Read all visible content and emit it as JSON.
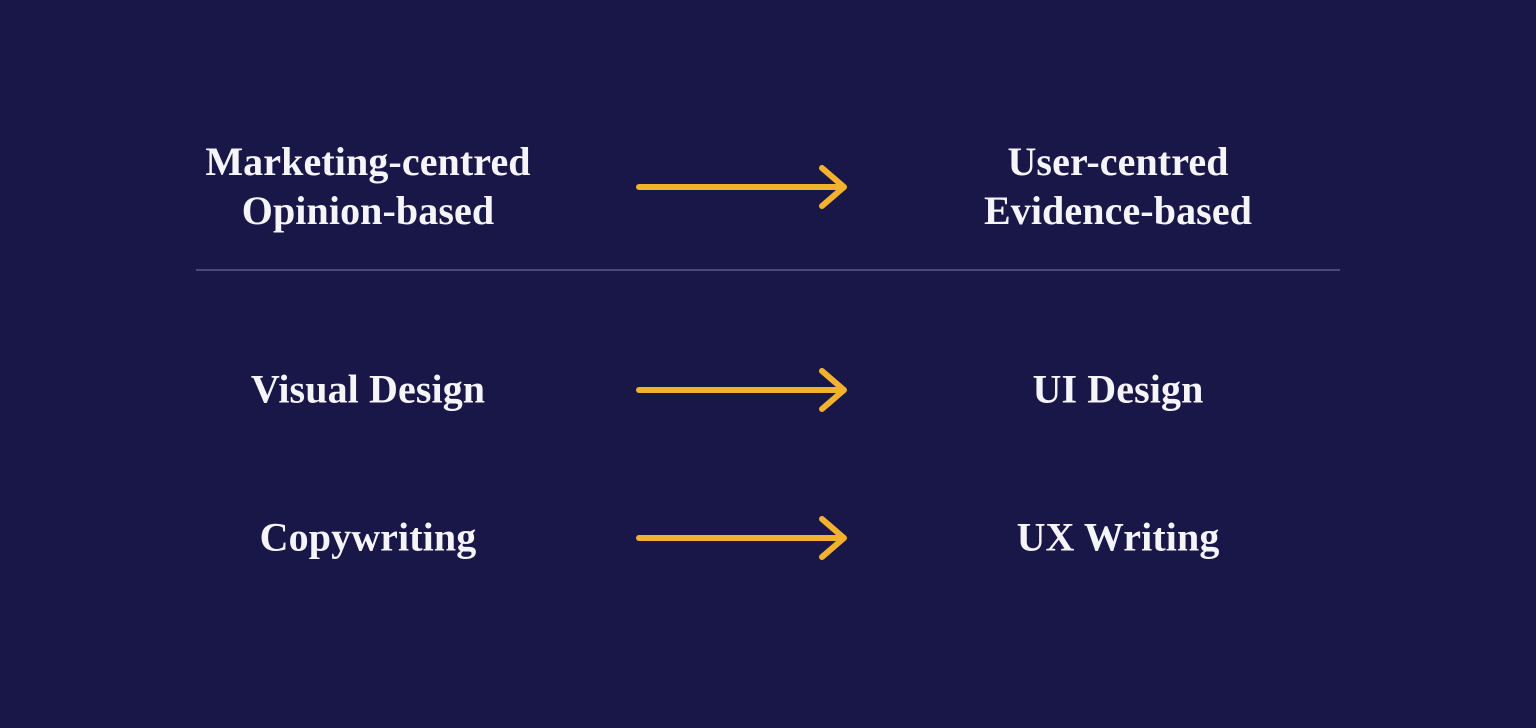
{
  "slide": {
    "background_color": "#191648",
    "text_color": "#F5F4F8",
    "accent_color": "#F2B22E",
    "divider_color": "#4A4878"
  },
  "rows": [
    {
      "from": "Marketing-centred\nOpinion-based",
      "arrow": "arrow-right-icon",
      "to": "User-centred\nEvidence-based"
    },
    {
      "from": "Visual Design",
      "arrow": "arrow-right-icon",
      "to": "UI Design"
    },
    {
      "from": "Copywriting",
      "arrow": "arrow-right-icon",
      "to": "UX Writing"
    }
  ]
}
